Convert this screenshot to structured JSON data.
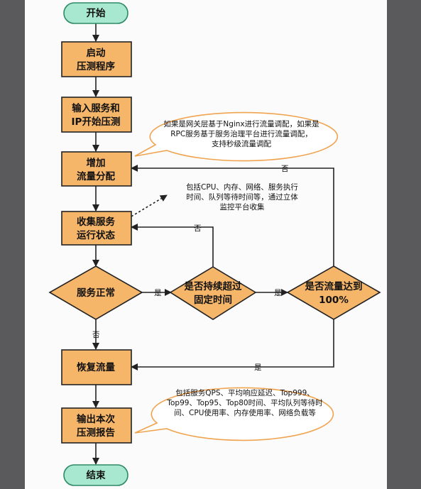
{
  "colors": {
    "process_fill": "#f6b66a",
    "process_stroke": "#222222",
    "terminal_fill": "#a8e8d0",
    "terminal_stroke": "#2e8a66",
    "bubble_stroke": "#f0a450",
    "line": "#222222"
  },
  "nodes": {
    "start": "开始",
    "launch": [
      "启动",
      "压测程序"
    ],
    "input": [
      "输入服务和",
      "IP开始压测"
    ],
    "increase": [
      "增加",
      "流量分配"
    ],
    "collect": [
      "收集服务",
      "运行状态"
    ],
    "service_ok": "服务正常",
    "sustained": [
      "是否持续超过",
      "固定时间"
    ],
    "traffic_full": [
      "是否流量达到",
      "100%"
    ],
    "restore": "恢复流量",
    "report": [
      "输出本次",
      "压测报告"
    ],
    "end": "结束"
  },
  "annotations": {
    "gateway_note": [
      "如果是网关层基于Nginx进行流量调配，如果是",
      "RPC服务基于服务治理平台进行流量调配，",
      "支持秒级流量调配"
    ],
    "metrics_note": [
      "包括CPU、内存、网络、服务执行",
      "时间、队列等待时间等，通过立体",
      "监控平台收集"
    ],
    "report_note": [
      "包括服务QPS、平均响应延迟、Top999、",
      "Top99、Top95、Top80时间、平均队列等待时",
      "间、CPU使用率、内存使用率、网络负载等"
    ]
  },
  "edge_labels": {
    "yes": "是",
    "no": "否"
  }
}
